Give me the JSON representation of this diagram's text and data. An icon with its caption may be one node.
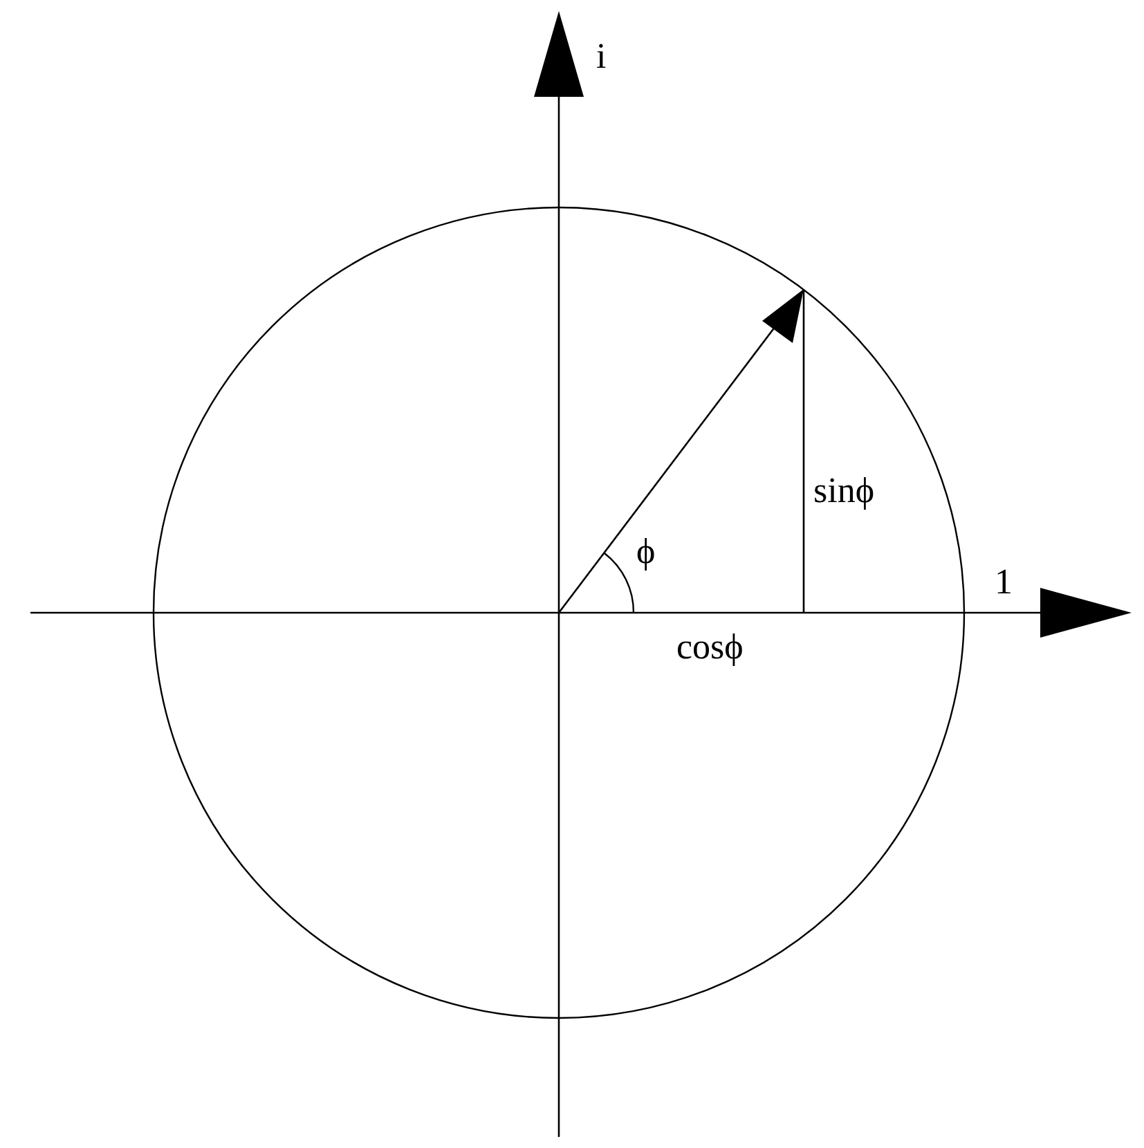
{
  "diagram": {
    "labels": [
      "i",
      "sinϕ",
      "ϕ",
      "1",
      "cosϕ"
    ]
  }
}
